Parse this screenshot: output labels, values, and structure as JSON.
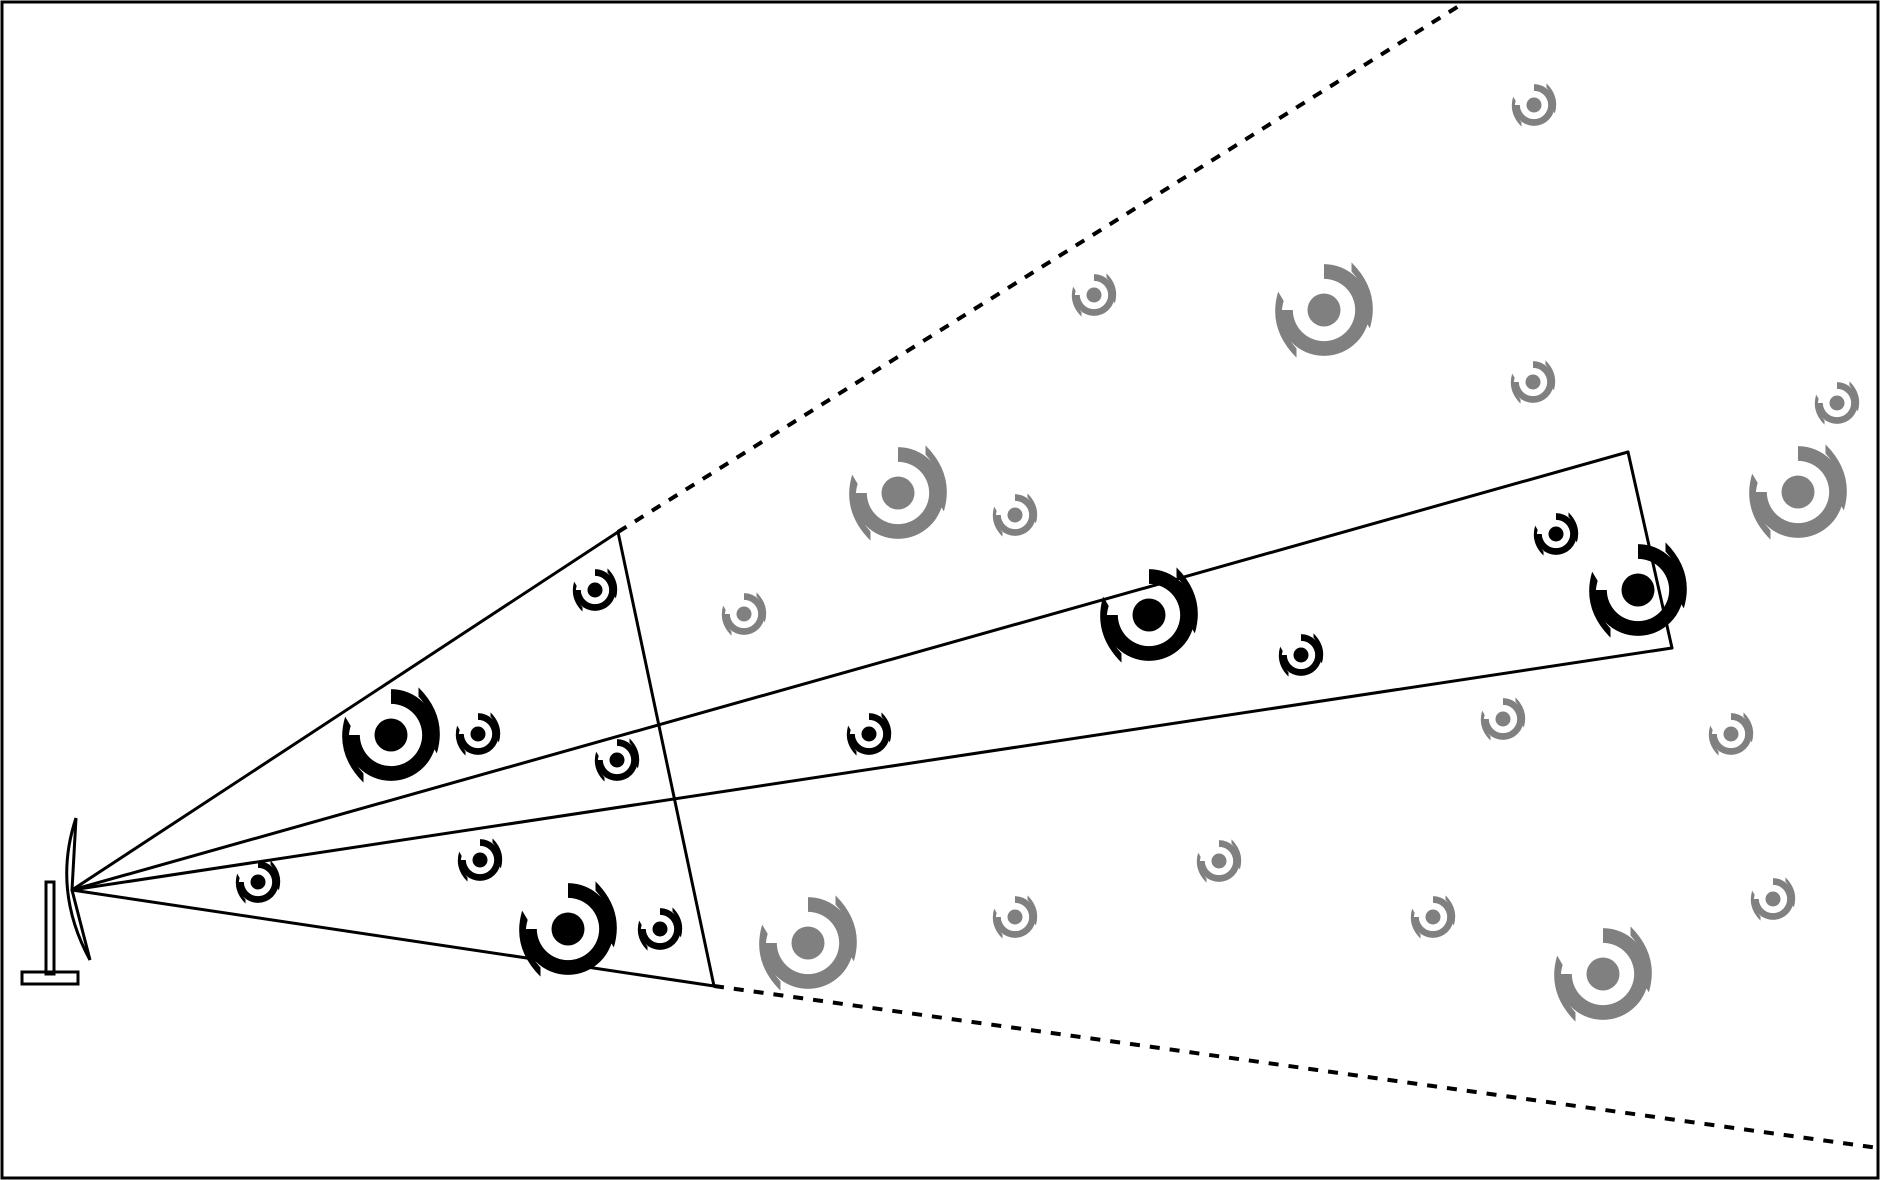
{
  "diagram": {
    "colors": {
      "surveyed_galaxy": "#000000",
      "unsurveyed_galaxy": "#808080",
      "background": "#ffffff",
      "lines": "#000000"
    },
    "icons": [
      "telescope-icon",
      "spiral-galaxy-icon"
    ],
    "galaxies": {
      "surveyed": [
        {
          "size": "large"
        },
        {
          "size": "large"
        },
        {
          "size": "large"
        },
        {
          "size": "large"
        },
        {
          "size": "small"
        },
        {
          "size": "small"
        },
        {
          "size": "small"
        },
        {
          "size": "small"
        },
        {
          "size": "small"
        },
        {
          "size": "small"
        },
        {
          "size": "small"
        },
        {
          "size": "small"
        },
        {
          "size": "small"
        },
        {
          "size": "small"
        }
      ],
      "unsurveyed": [
        {
          "size": "large"
        },
        {
          "size": "large"
        },
        {
          "size": "large"
        },
        {
          "size": "large"
        },
        {
          "size": "large"
        },
        {
          "size": "small"
        },
        {
          "size": "small"
        },
        {
          "size": "small"
        },
        {
          "size": "small"
        },
        {
          "size": "small"
        },
        {
          "size": "small"
        },
        {
          "size": "small"
        },
        {
          "size": "small"
        },
        {
          "size": "small"
        },
        {
          "size": "small"
        },
        {
          "size": "small"
        },
        {
          "size": "small"
        }
      ]
    }
  }
}
